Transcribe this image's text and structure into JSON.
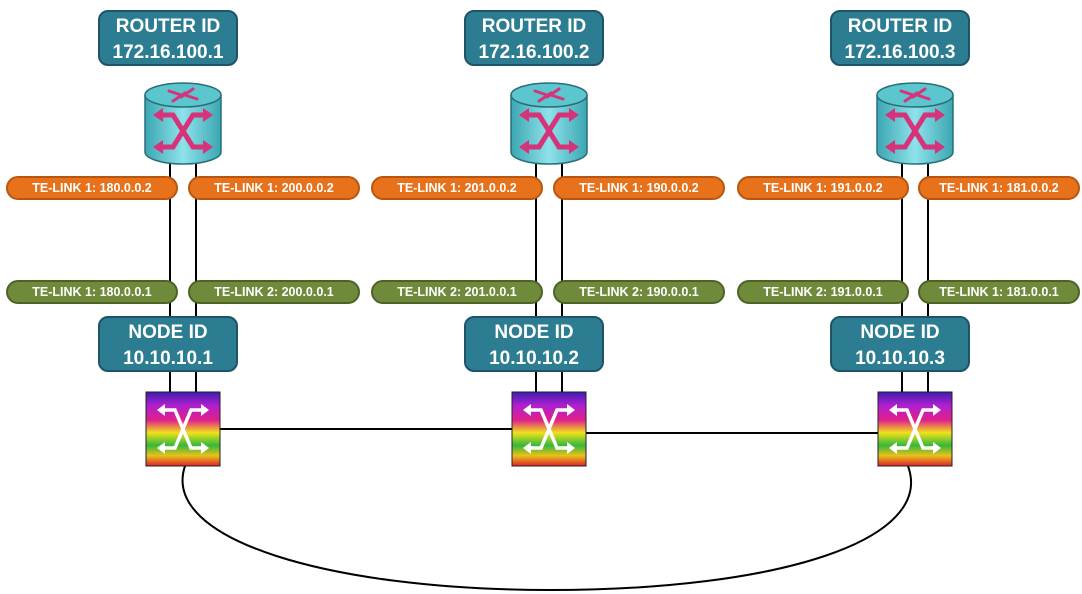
{
  "routers": [
    {
      "title": "ROUTER ID",
      "id": "172.16.100.1"
    },
    {
      "title": "ROUTER ID",
      "id": "172.16.100.2"
    },
    {
      "title": "ROUTER ID",
      "id": "172.16.100.3"
    }
  ],
  "nodes": [
    {
      "title": "NODE ID",
      "id": "10.10.10.1"
    },
    {
      "title": "NODE ID",
      "id": "10.10.10.2"
    },
    {
      "title": "NODE ID",
      "id": "10.10.10.3"
    }
  ],
  "router_links": [
    "TE-LINK 1: 180.0.0.2",
    "TE-LINK 1: 200.0.0.2",
    "TE-LINK 1: 201.0.0.2",
    "TE-LINK 1: 190.0.0.2",
    "TE-LINK 1: 191.0.0.2",
    "TE-LINK 1: 181.0.0.2"
  ],
  "node_links": [
    "TE-LINK 1: 180.0.0.1",
    "TE-LINK 2: 200.0.0.1",
    "TE-LINK 2: 201.0.0.1",
    "TE-LINK 2: 190.0.0.1",
    "TE-LINK 2: 191.0.0.1",
    "TE-LINK 1: 181.0.0.1"
  ],
  "colors": {
    "id_box": "#2c7d92",
    "router_link_label": "#e8721c",
    "node_link_label": "#6f8a3b",
    "router_body": "#5cc6cf",
    "router_arrows": "#d6337a"
  },
  "icons": {
    "router": "router-icon",
    "switch": "optical-switch-icon"
  }
}
